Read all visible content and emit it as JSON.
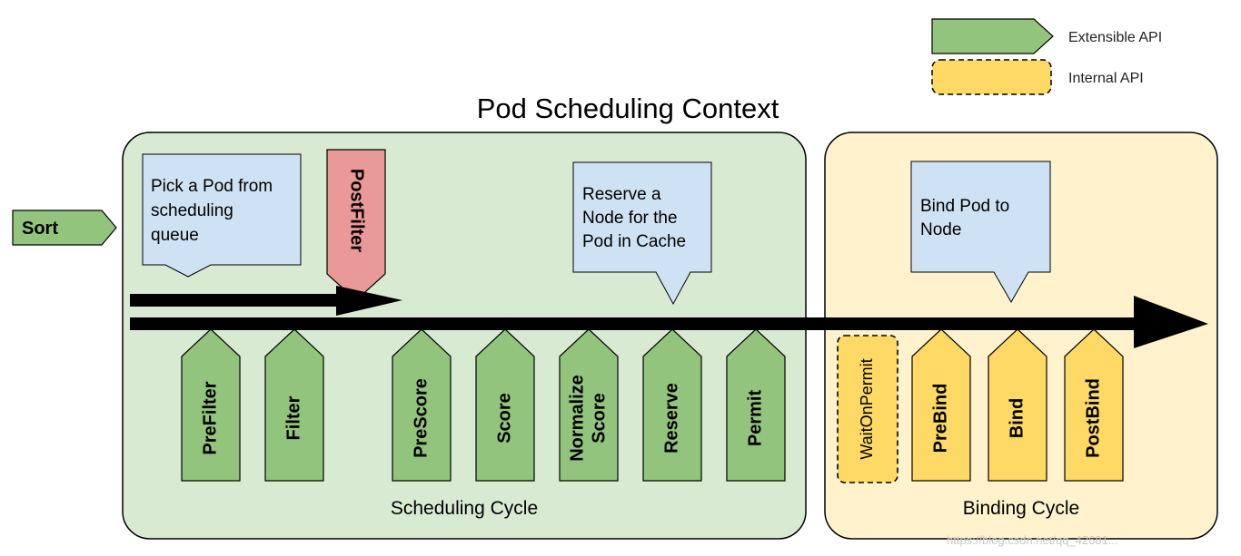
{
  "title": "Pod Scheduling Context",
  "legend": {
    "extensible": "Extensible API",
    "internal": "Internal API"
  },
  "colors": {
    "extensible_fill": "#93c47d",
    "internal_fill": "#ffd966",
    "postfilter_fill": "#ea9999",
    "scheduling_bg": "#d9ead3",
    "binding_bg": "#fff2cc",
    "note_fill": "#cfe2f3"
  },
  "sort": "Sort",
  "postfilter": "PostFilter",
  "notes": {
    "pick": [
      "Pick a Pod from",
      "scheduling",
      "queue"
    ],
    "reserve": [
      "Reserve a",
      "Node for the",
      "Pod in Cache"
    ],
    "bind": [
      "Bind Pod to",
      "Node"
    ]
  },
  "scheduling_cycle": {
    "label": "Scheduling Cycle",
    "plugins": [
      [
        "PreFilter"
      ],
      [
        "Filter"
      ],
      [
        "PreScore"
      ],
      [
        "Score"
      ],
      [
        "Normalize",
        "Score"
      ],
      [
        "Reserve"
      ],
      [
        "Permit"
      ]
    ]
  },
  "binding_cycle": {
    "label": "Binding Cycle",
    "wait": "WaitOnPermit",
    "plugins": [
      [
        "PreBind"
      ],
      [
        "Bind"
      ],
      [
        "PostBind"
      ]
    ]
  },
  "watermark": "https://blog.csdn.net/qq_42681..."
}
